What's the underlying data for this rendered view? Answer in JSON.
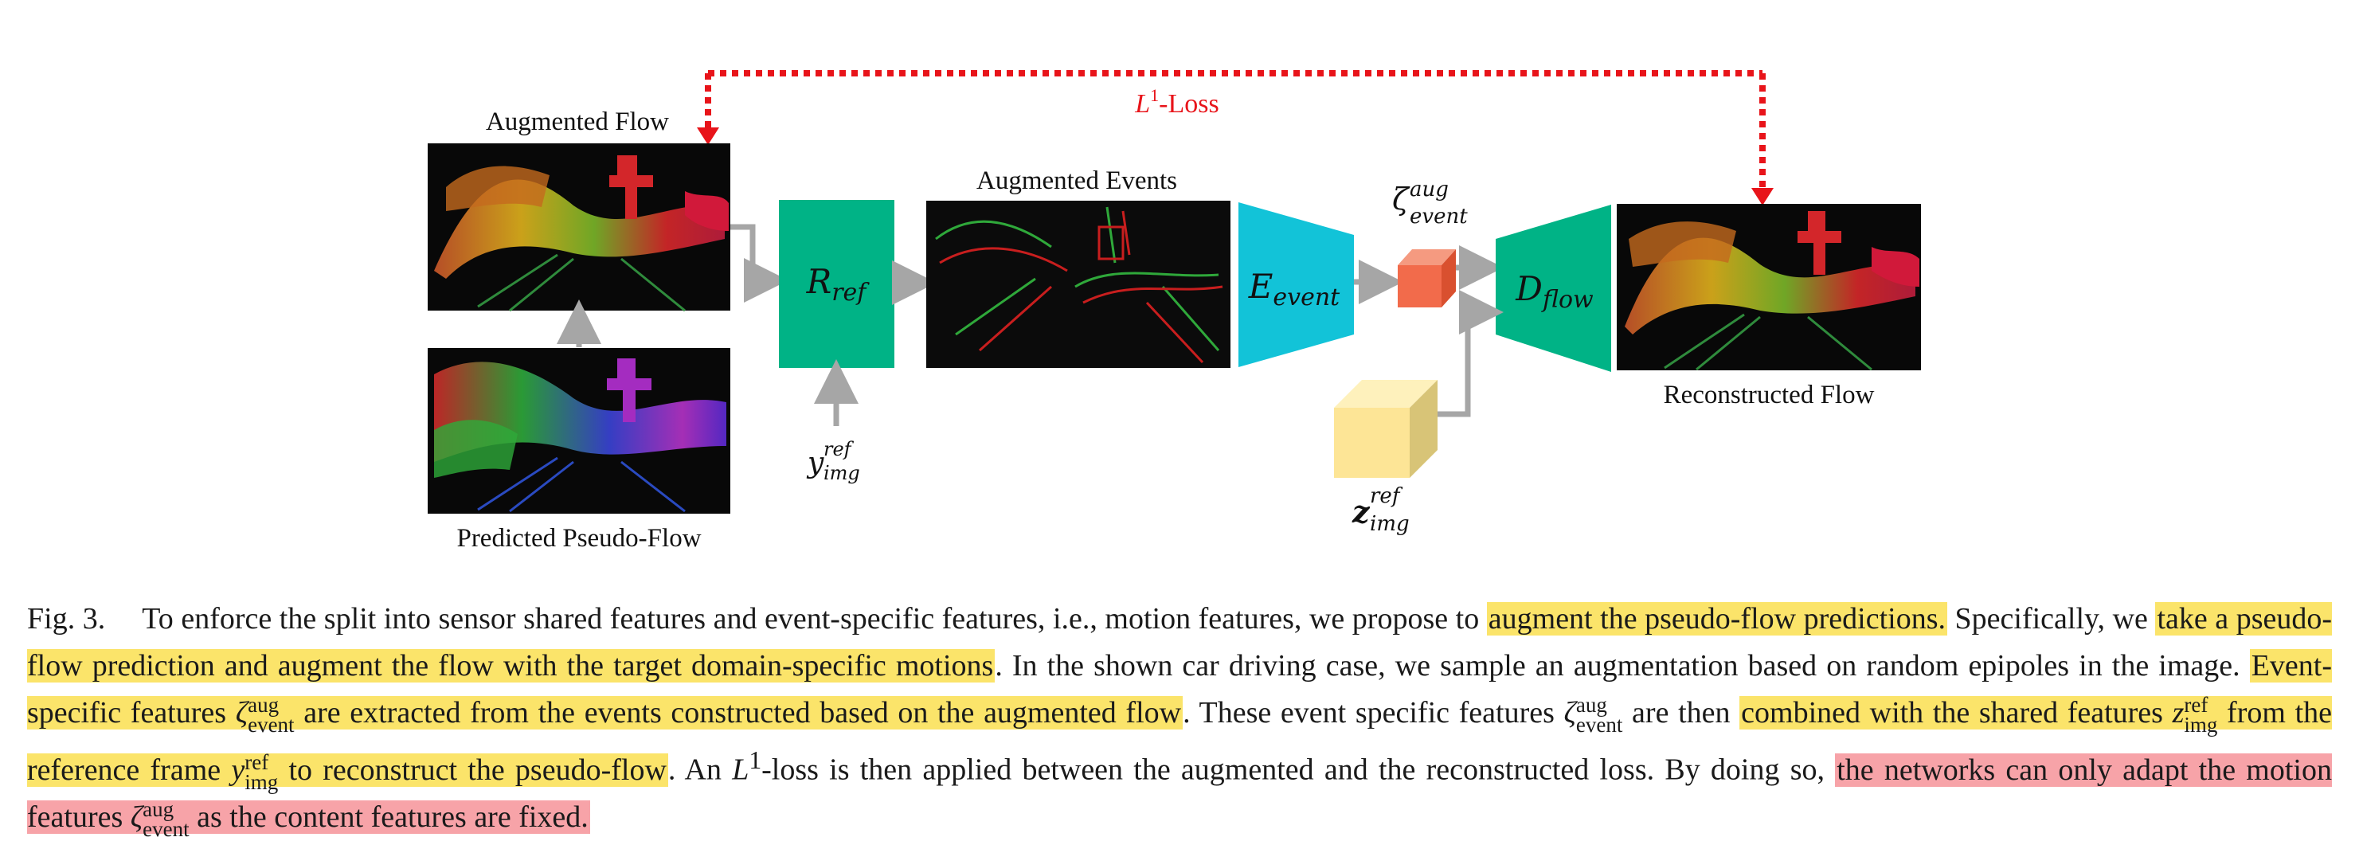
{
  "figure": {
    "loss_label": "L",
    "loss_sup": "1",
    "loss_suffix": "-Loss",
    "augmented_flow_label": "Augmented Flow",
    "predicted_pseudo_flow_label": "Predicted Pseudo-Flow",
    "augmented_events_label": "Augmented Events",
    "reconstructed_flow_label": "Reconstructed Flow",
    "r_ref": {
      "base": "R",
      "sub": "ref"
    },
    "e_event": {
      "base": "E",
      "sub": "event"
    },
    "d_flow": {
      "base": "D",
      "sub": "flow"
    },
    "zeta_event": {
      "base": "ζ",
      "sup": "aug",
      "sub": "event"
    },
    "y_img": {
      "base": "y",
      "sup": "ref",
      "sub": "img"
    },
    "z_img": {
      "base": "z",
      "sup": "ref",
      "sub": "img"
    },
    "colors": {
      "loss_arrow": "#e8141a",
      "flow_arrow": "#a6a6a6",
      "r_ref_block": "#00b386",
      "e_event_block": "#12c3d8",
      "d_flow_block": "#00b386",
      "event_cube": "#f26b4b",
      "image_cube": "#fde596"
    }
  },
  "caption": {
    "fig_label": "Fig. 3.",
    "s1_a": "To enforce the split into sensor shared features and event-specific features, i.e., motion features, we propose to ",
    "s1_hl": "augment the pseudo-flow predictions.",
    "s2_a": "Specifically, we ",
    "s2_hl": "take a pseudo-flow prediction and augment the flow with the target domain-specific motions",
    "s2_b": ". In the shown car driving case, we sample an augmentation based on random epipoles in the image. ",
    "s3_hl_a": "Event-specific features ",
    "s3_hl_b": " are extracted from the events constructed based on the augmented flow",
    "s3_b": ". These event specific features ",
    "s4_a": " are then ",
    "s4_hl_a": "combined with the shared features ",
    "s4_hl_b": " from the reference frame ",
    "s4_hl_c": " to reconstruct the pseudo-flow",
    "s4_b": ". An ",
    "s5_a": "-loss is then applied between the augmented and the reconstructed loss. By doing so, ",
    "s5_hl_a": "the networks can only adapt the motion features ",
    "s5_hl_b": " as the content features are fixed.",
    "zeta": "ζ",
    "aug": "aug",
    "event": "event",
    "z": "z",
    "y": "y",
    "ref": "ref",
    "img": "img",
    "L": "L",
    "one": "1"
  }
}
